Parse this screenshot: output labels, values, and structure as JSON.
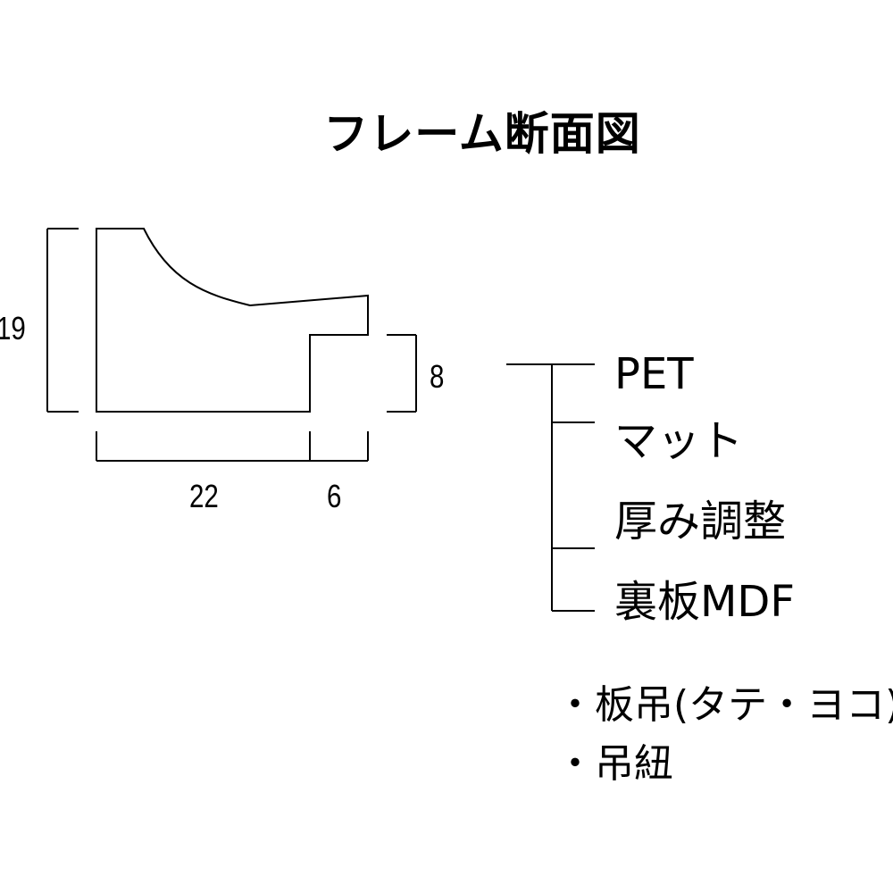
{
  "title": "フレーム断面図",
  "dimensions": {
    "height": "19",
    "glass_depth": "8",
    "width": "22",
    "rabbet": "6"
  },
  "layers": [
    "PET",
    "マット",
    "厚み調整",
    "裏板MDF"
  ],
  "notes": [
    "・板吊(タテ・ヨコ)",
    "・吊紐"
  ],
  "colors": {
    "line": "#000000",
    "background": "#ffffff"
  }
}
